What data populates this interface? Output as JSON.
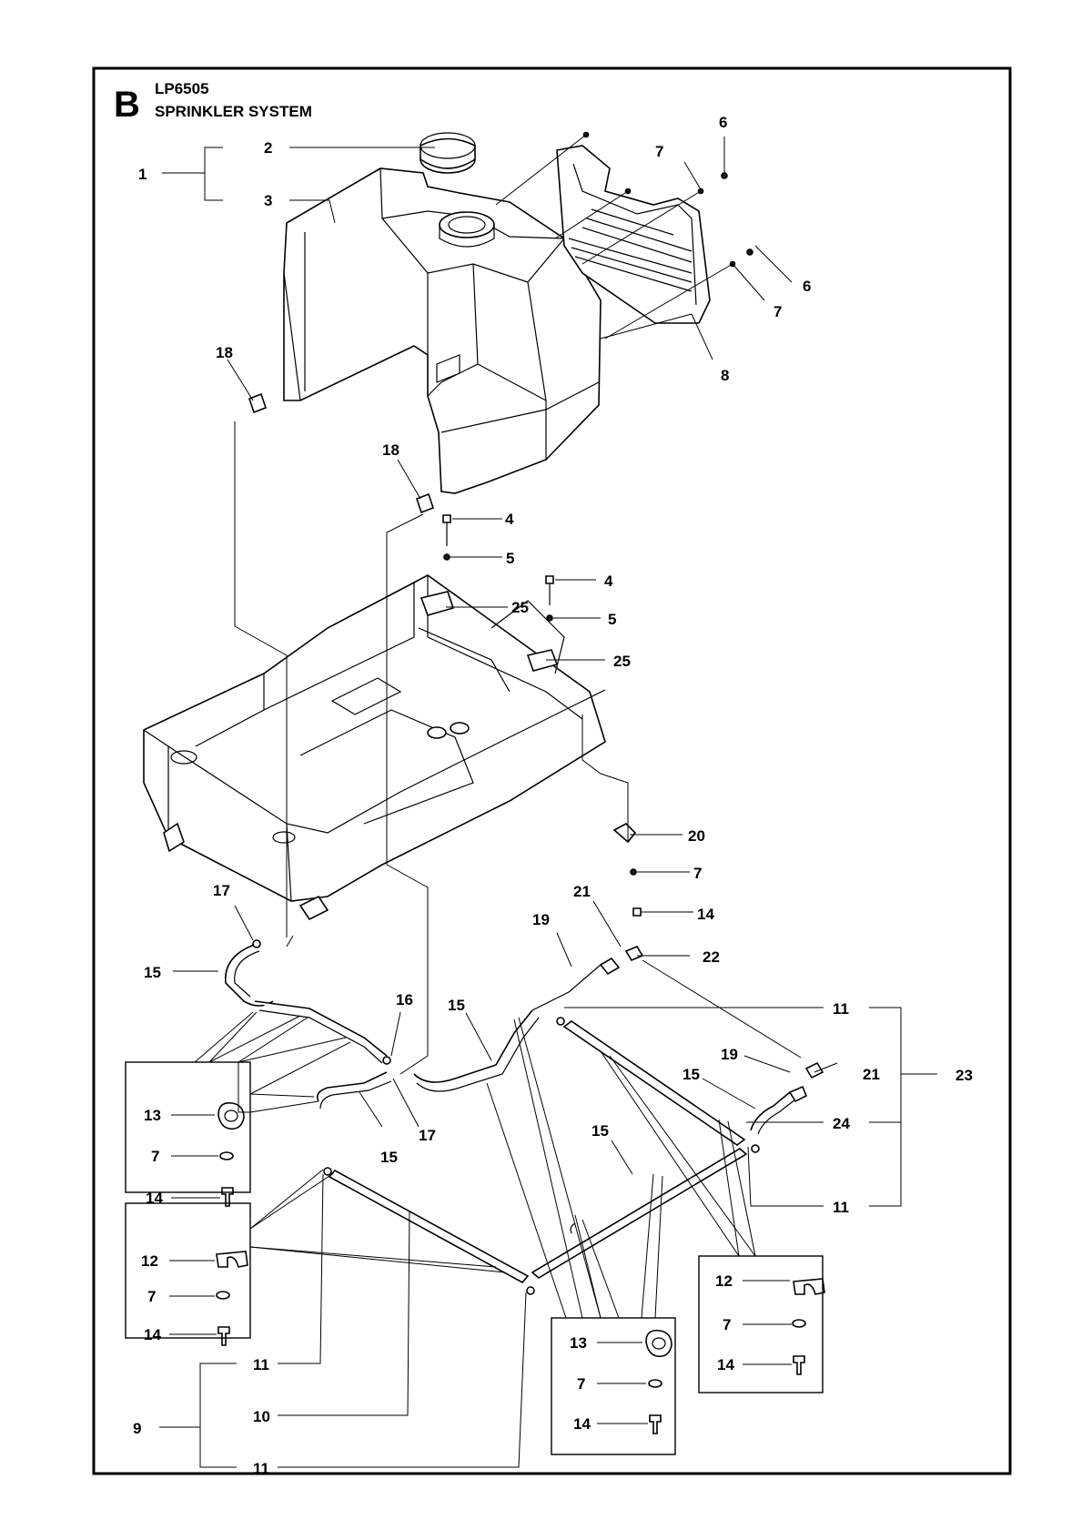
{
  "header": {
    "section_letter": "B",
    "model": "LP6505",
    "title": "SPRINKLER SYSTEM"
  },
  "callouts": {
    "c1": "1",
    "c2": "2",
    "c3": "3",
    "c4a": "4",
    "c4b": "4",
    "c5a": "5",
    "c5b": "5",
    "c6a": "6",
    "c6b": "6",
    "c7a": "7",
    "c7b": "7",
    "c7c": "7",
    "c8": "8",
    "c18a": "18",
    "c18b": "18",
    "c25a": "25",
    "c25b": "25",
    "c20": "20",
    "c14a": "14",
    "c17a": "17",
    "c17b": "17",
    "c15a": "15",
    "c15b": "15",
    "c15c": "15",
    "c15d": "15",
    "c15e": "15",
    "c16": "16",
    "c21a": "21",
    "c21b": "21",
    "c19a": "19",
    "c19b": "19",
    "c22": "22",
    "c11a": "11",
    "c11b": "11",
    "c11c": "11",
    "c11d": "11",
    "c23": "23",
    "c24": "24",
    "c9": "9",
    "c10": "10"
  },
  "boxes": {
    "box_a": {
      "n1": "13",
      "n2": "7",
      "n3": "14"
    },
    "box_b": {
      "n1": "12",
      "n2": "7",
      "n3": "14"
    },
    "box_c": {
      "n1": "13",
      "n2": "7",
      "n3": "14"
    },
    "box_d": {
      "n1": "12",
      "n2": "7",
      "n3": "14"
    }
  }
}
